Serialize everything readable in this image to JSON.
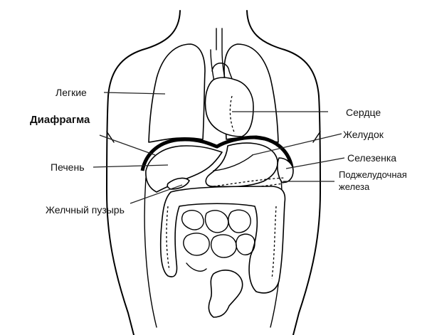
{
  "labels": {
    "lungs": "Легкие",
    "diaphragm": "Диафрагма",
    "liver": "Печень",
    "gallbladder": "Желчный пузырь",
    "heart": "Сердце",
    "stomach": "Желудок",
    "spleen": "Селезенка",
    "pancreas_line1": "Поджелудочная",
    "pancreas_line2": "железа"
  }
}
